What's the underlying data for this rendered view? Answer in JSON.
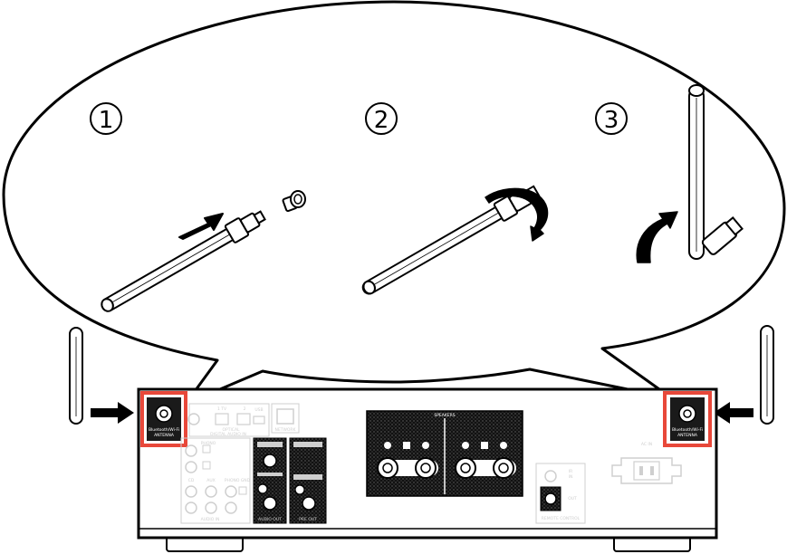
{
  "steps": [
    {
      "number": "1",
      "action": "insert"
    },
    {
      "number": "2",
      "action": "rotate"
    },
    {
      "number": "3",
      "action": "raise"
    }
  ],
  "panel": {
    "antenna_left_label_1": "Bluetooth/Wi-Fi",
    "antenna_left_label_2": "ANTENNA",
    "antenna_right_label_1": "Bluetooth/Wi-Fi",
    "antenna_right_label_2": "ANTENNA",
    "digital_audio_in": "DIGITAL AUDIO IN",
    "optical": "OPTICAL",
    "tv": "1 TV",
    "two": "2",
    "usb": "USB",
    "network": "NETWORK",
    "phono": "PHONO",
    "cd": "CD",
    "aux": "AUX",
    "bluetooth_in": "PHONO GND",
    "audio_in": "AUDIO IN",
    "audio_out": "AUDIO OUT",
    "pre_out": "PRE OUT",
    "subwoofer": "SUBWOOFER",
    "speakers": "SPEAKERS",
    "ir": "IR",
    "in": "IN",
    "out": "OUT",
    "remote_control": "REMOTE CONTROL",
    "ac_in": "AC IN"
  },
  "colors": {
    "highlight": "#e8483a",
    "ink": "#000000",
    "panel_dark": "#1a1a1a",
    "label_gray": "#bdbdbd"
  },
  "icons": [
    "antenna-icon",
    "arrow-right-icon",
    "arrow-left-icon",
    "rotate-arrow-icon",
    "curved-up-arrow-icon",
    "screw-cap-icon"
  ]
}
